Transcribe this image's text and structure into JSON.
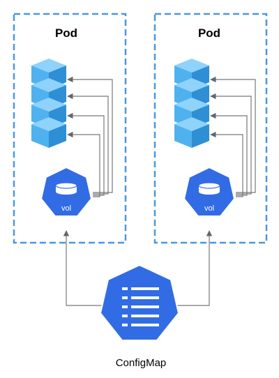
{
  "pods": [
    {
      "title": "Pod",
      "volume_label": "vol"
    },
    {
      "title": "Pod",
      "volume_label": "vol"
    }
  ],
  "configmap": {
    "label": "ConfigMap"
  },
  "colors": {
    "pod_border": "#4a97e2",
    "k8s_blue": "#326ce5",
    "cube_top": "#8fd2fa",
    "cube_left": "#4fb2ef",
    "cube_right": "#2e8fd4",
    "arrow": "#777777",
    "text": "#000000"
  },
  "icons": {
    "container": "stacked-container-cubes-icon",
    "volume": "volume-disk-icon",
    "configmap": "configmap-list-icon"
  }
}
